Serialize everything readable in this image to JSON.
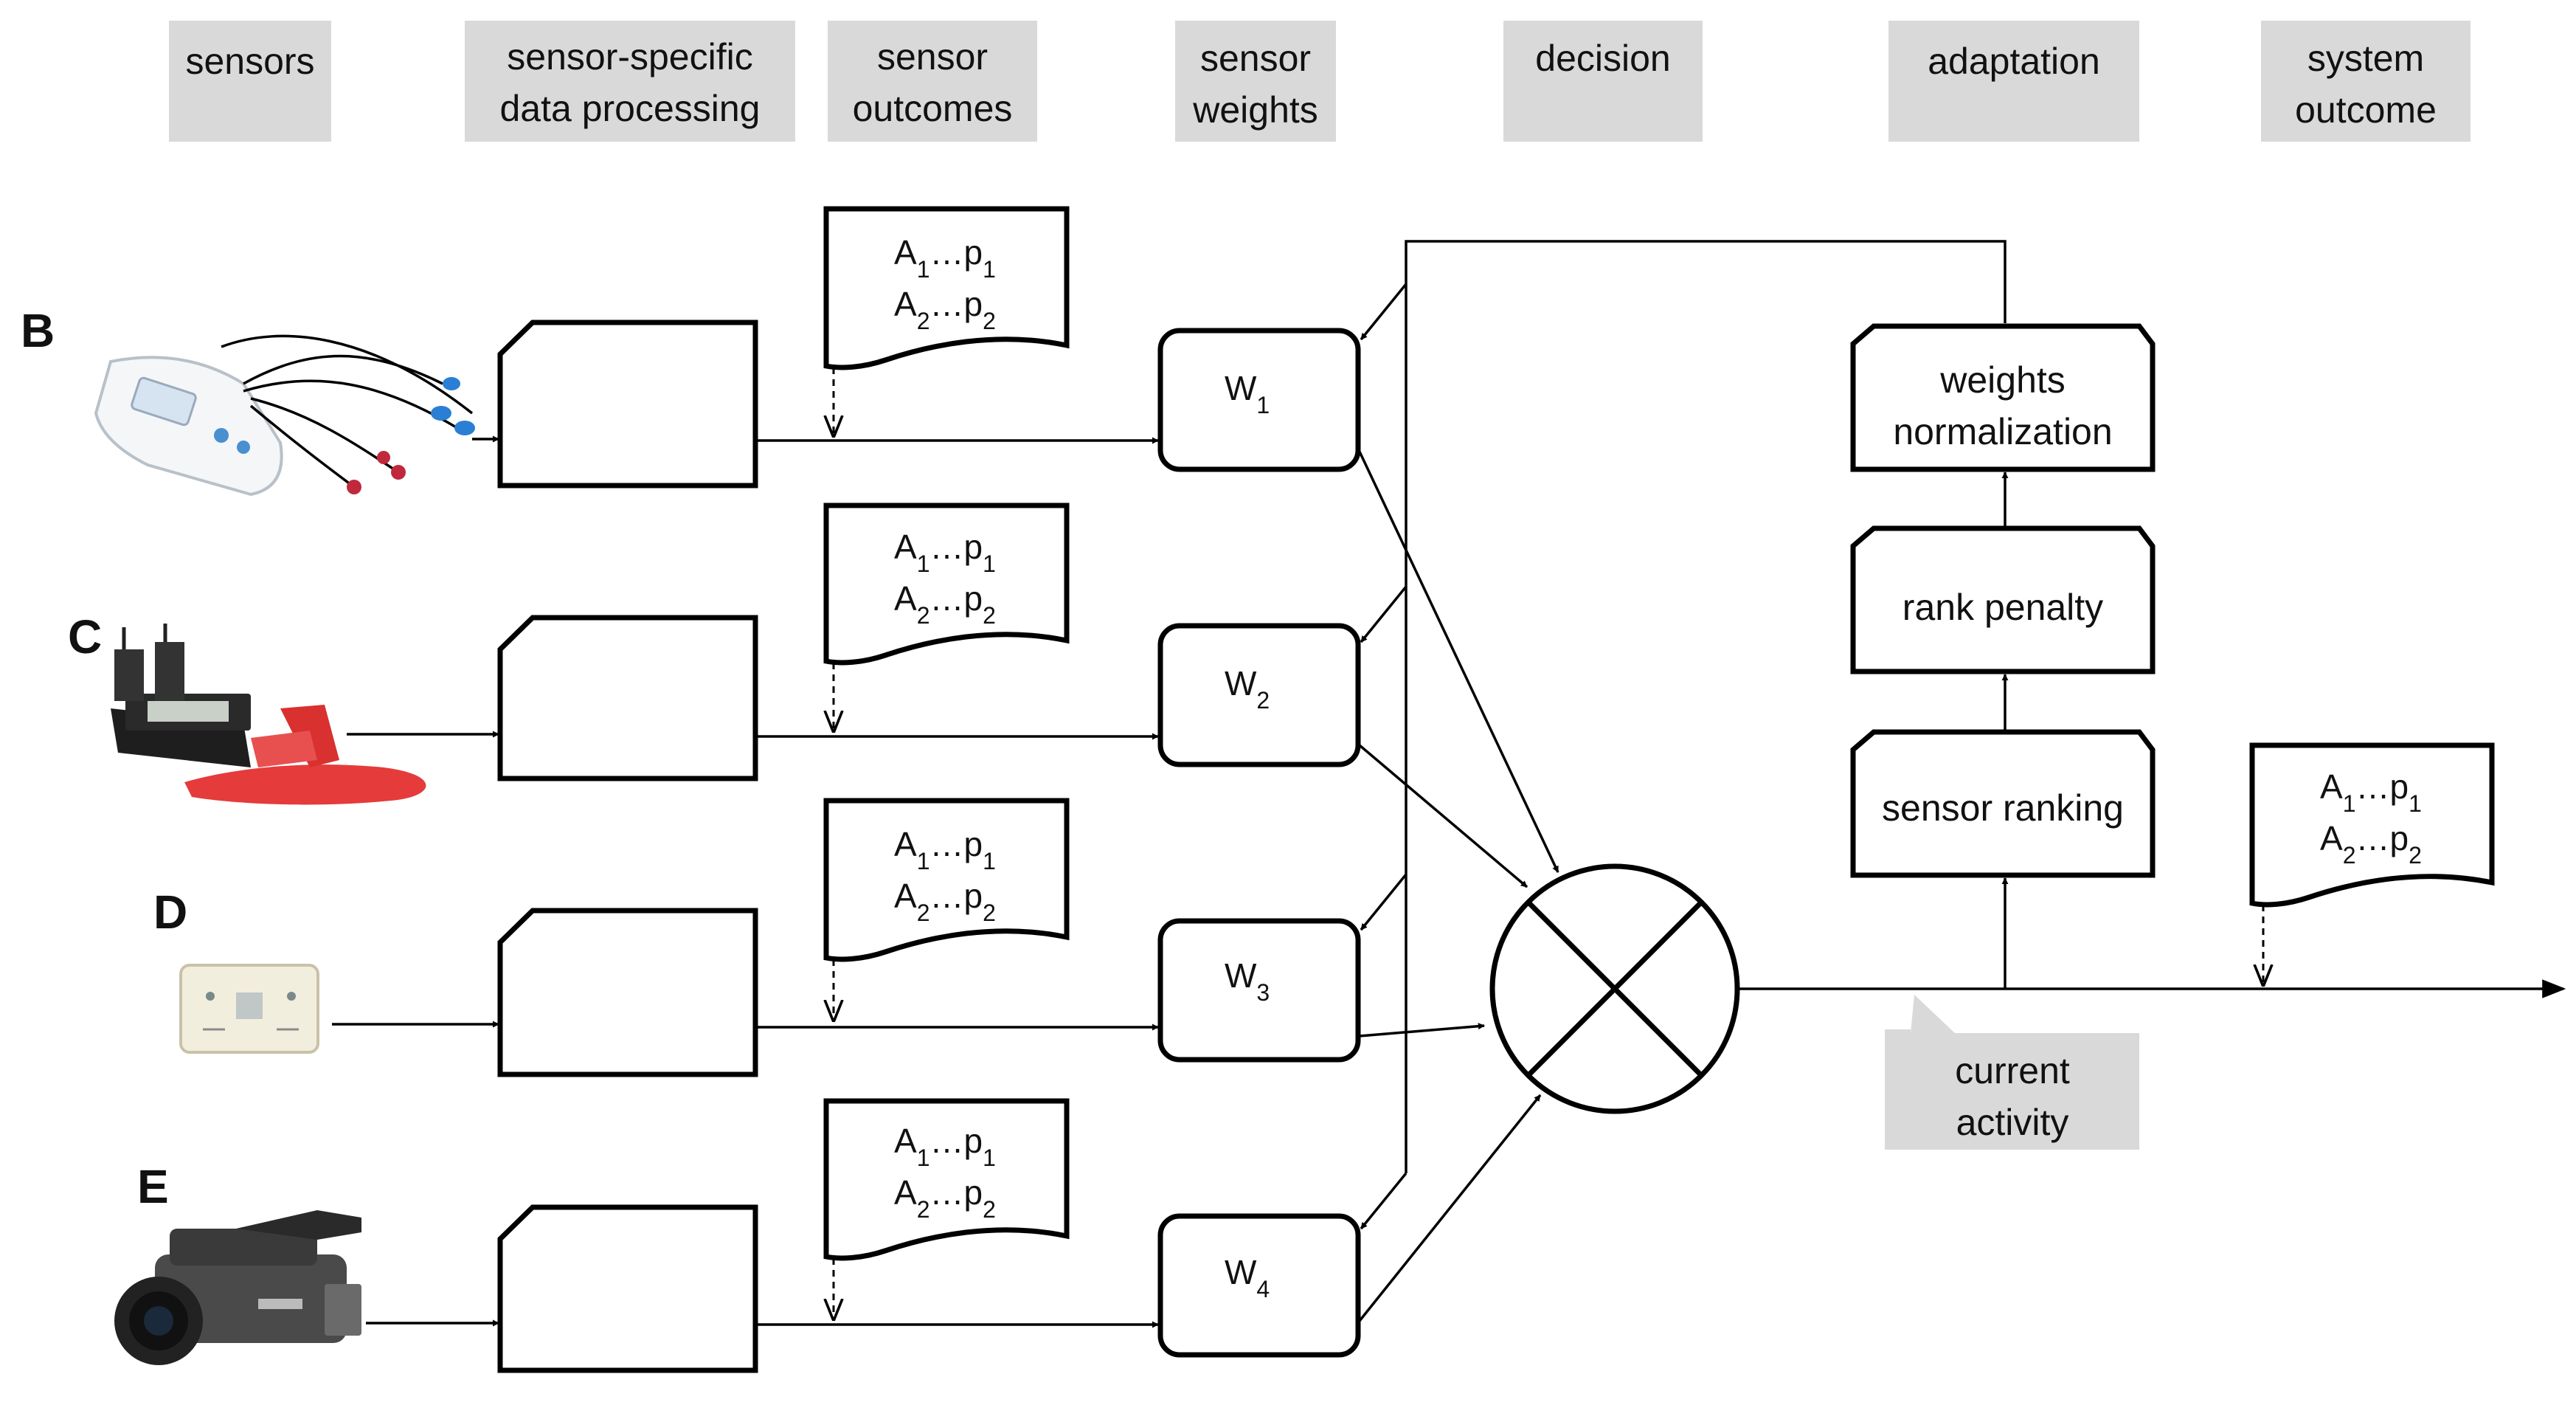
{
  "headers": [
    {
      "lines": [
        "sensors"
      ]
    },
    {
      "lines": [
        "sensor-specific",
        "data processing"
      ]
    },
    {
      "lines": [
        "sensor",
        "outcomes"
      ]
    },
    {
      "lines": [
        "sensor",
        "weights"
      ]
    },
    {
      "lines": [
        "decision"
      ]
    },
    {
      "lines": [
        "adaptation"
      ]
    },
    {
      "lines": [
        "system",
        "outcome"
      ]
    }
  ],
  "sensors": [
    {
      "letter": "B",
      "icon": "ecg-monitor-icon"
    },
    {
      "letter": "C",
      "icon": "pressure-insole-icon"
    },
    {
      "letter": "D",
      "icon": "accelerometer-icon"
    },
    {
      "letter": "E",
      "icon": "video-camera-icon"
    }
  ],
  "outcome_doc": {
    "line1": {
      "a": "A",
      "s1": "1",
      "mid": "…p",
      "s2": "1"
    },
    "line2": {
      "a": "A",
      "s1": "2",
      "mid": "…p",
      "s2": "2"
    }
  },
  "weights": [
    "W",
    "W",
    "W",
    "W"
  ],
  "weight_subscripts": [
    "1",
    "2",
    "3",
    "4"
  ],
  "adaptation": {
    "weights_normalization": [
      "weights",
      "normalization"
    ],
    "rank_penalty": "rank penalty",
    "sensor_ranking": "sensor ranking"
  },
  "current_activity": [
    "current",
    "activity"
  ],
  "colors": {
    "header_bg": "#d9d9d9",
    "stroke": "#000000"
  }
}
